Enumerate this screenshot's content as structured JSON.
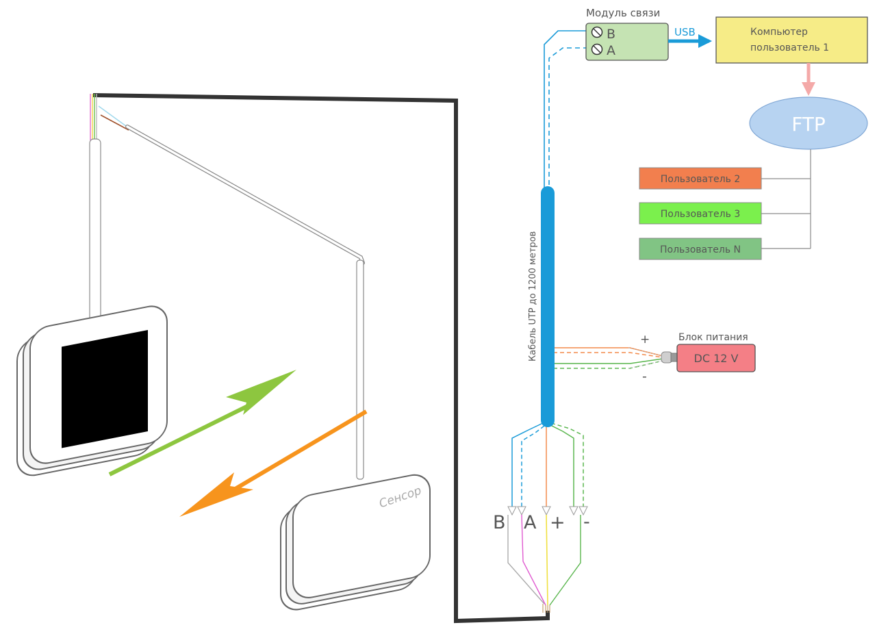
{
  "module": {
    "title": "Модуль связи",
    "pin_b": "B",
    "pin_a": "A",
    "fill": "#c5e3b3"
  },
  "usb_label": "USB",
  "computer": {
    "line1": "Компьютер",
    "line2": "пользователь 1",
    "fill": "#f6ec87"
  },
  "ftp": {
    "label": "FTP",
    "fill": "#b7d3f1"
  },
  "users": [
    {
      "label": "Пользователь 2",
      "fill": "#f27f4e"
    },
    {
      "label": "Пользователь 3",
      "fill": "#7bf04d"
    },
    {
      "label": "Пользователь N",
      "fill": "#81c484"
    }
  ],
  "cable_label": "Кабель UTP до 1200 метров",
  "power": {
    "title": "Блок питания",
    "label": "DC 12 V",
    "plus": "+",
    "minus": "-",
    "fill": "#f47f86"
  },
  "terminals": {
    "b": "B",
    "a": "A",
    "plus": "+",
    "minus": "-"
  },
  "sensor_label": "Сенсор",
  "colors": {
    "blue": "#1a9bd8",
    "orange": "#f38a4a",
    "green": "#5ab64e",
    "frame": "#333333",
    "arrow_green": "#8dc63f",
    "arrow_orange": "#f7941d",
    "pink_arrow": "#f4a9a8",
    "gray_line": "#8a8a8a"
  }
}
